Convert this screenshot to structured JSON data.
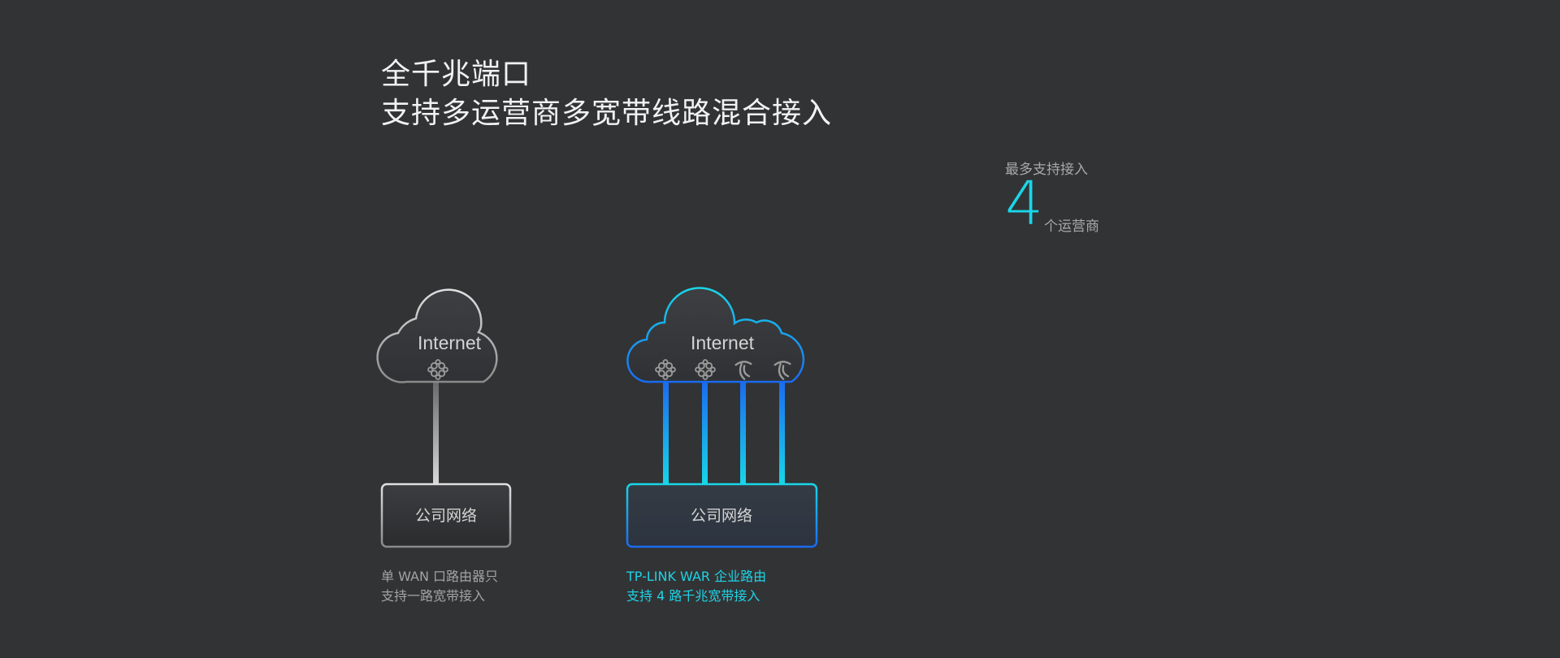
{
  "heading": {
    "line1": "全千兆端口",
    "line2": "支持多运营商多宽带线路混合接入"
  },
  "stat": {
    "label": "最多支持接入",
    "number": "4",
    "unit": "个运营商"
  },
  "single_wan": {
    "cloud_label": "Internet",
    "box_label": "公司网络",
    "caption_line1": "单 WAN 口路由器只",
    "caption_line2": "支持一路宽带接入",
    "isp_icons": [
      "china-unicom-icon"
    ]
  },
  "multi_wan": {
    "cloud_label": "Internet",
    "box_label": "公司网络",
    "caption_line1": "TP-LINK WAR 企业路由",
    "caption_line2": "支持 4 路千兆宽带接入",
    "isp_icons": [
      "china-unicom-icon",
      "china-unicom-icon",
      "china-telecom-icon",
      "china-telecom-icon"
    ]
  },
  "colors": {
    "background": "#323335",
    "accent_cyan": "#19d6e8",
    "accent_blue": "#1a6bf0"
  }
}
